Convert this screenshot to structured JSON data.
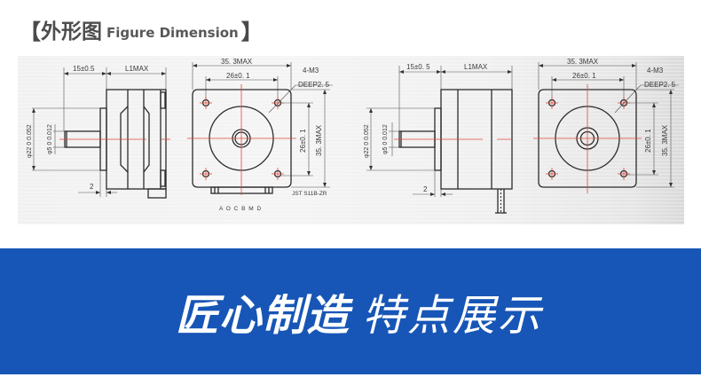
{
  "heading": {
    "bracket_open": "【",
    "title_cn": "外形图",
    "title_en": "Figure Dimension",
    "bracket_close": "】"
  },
  "drawings": {
    "left_side_view": {
      "shaft_length": "15±0.5",
      "body_length": "L1MAX",
      "flange_diameter": "φ22 0 0.052",
      "shaft_diameter": "φ5 0 0.012",
      "flange_thickness": "2"
    },
    "left_front_view": {
      "overall_width": "35. 3MAX",
      "hole_spacing_h": "26±0. 1",
      "hole_spec": "4-M3",
      "hole_depth": "DEEP2. 5",
      "hole_spacing_v": "26±0. 1",
      "overall_height": "35. 3MAX",
      "connector": "JST  S11B-ZR",
      "pin_labels": "A  O  C  B  M  D"
    },
    "right_side_view": {
      "shaft_length": "15±0. 5",
      "body_length": "L1MAX",
      "flange_diameter": "φ22 0 0.052",
      "shaft_diameter": "φ5 0 0.012",
      "flange_thickness": "2"
    },
    "right_front_view": {
      "overall_width": "35. 3MAX",
      "hole_spacing_h": "26±0. 1",
      "hole_spec": "4-M3",
      "hole_depth": "DEEP2. 5",
      "hole_spacing_v": "26±0. 1",
      "overall_height": "35. 3MAX"
    },
    "colors": {
      "line": "#2b2b2b",
      "centerline": "#e0483a",
      "dim": "#555555"
    }
  },
  "banner": {
    "title_bold": "匠心制造",
    "title_light": "特点展示",
    "background": "#1756b6",
    "text_color": "#ffffff"
  }
}
